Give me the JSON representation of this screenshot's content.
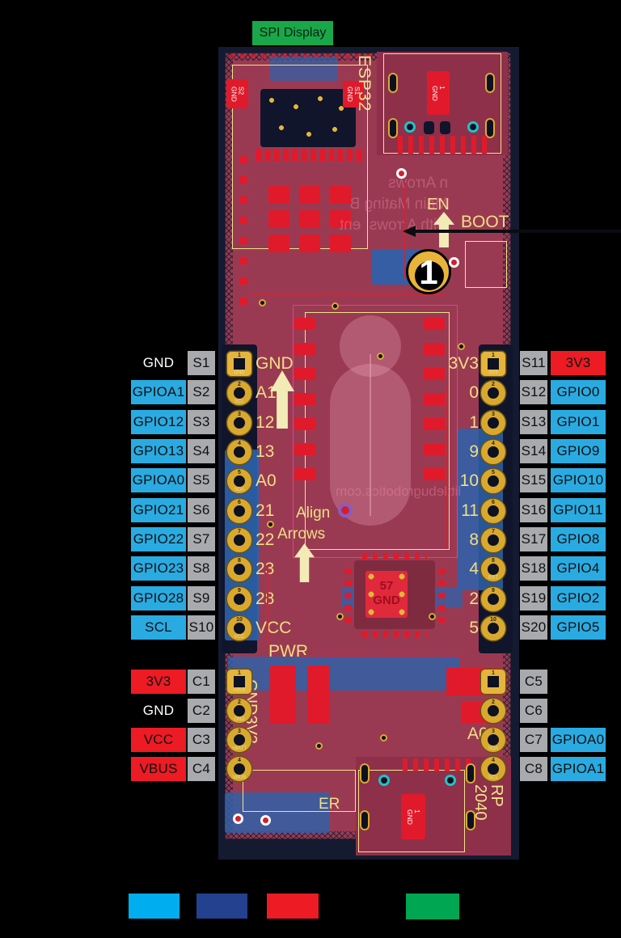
{
  "header": {
    "spi_display_label": "SPI Display"
  },
  "side_pins": {
    "left": [
      {
        "id": "S1",
        "name": "GND",
        "type": "ground"
      },
      {
        "id": "S2",
        "name": "GPIOA1",
        "type": "gpio"
      },
      {
        "id": "S3",
        "name": "GPIO12",
        "type": "gpio"
      },
      {
        "id": "S4",
        "name": "GPIO13",
        "type": "gpio"
      },
      {
        "id": "S5",
        "name": "GPIOA0",
        "type": "gpio"
      },
      {
        "id": "S6",
        "name": "GPIO21",
        "type": "gpio"
      },
      {
        "id": "S7",
        "name": "GPIO22",
        "type": "gpio"
      },
      {
        "id": "S8",
        "name": "GPIO23",
        "type": "gpio"
      },
      {
        "id": "S9",
        "name": "GPIO28",
        "type": "gpio"
      },
      {
        "id": "S10",
        "name": "SCL",
        "type": "gpio"
      }
    ],
    "right": [
      {
        "id": "S11",
        "name": "3V3",
        "type": "power"
      },
      {
        "id": "S12",
        "name": "GPIO0",
        "type": "gpio"
      },
      {
        "id": "S13",
        "name": "GPIO1",
        "type": "gpio"
      },
      {
        "id": "S14",
        "name": "GPIO9",
        "type": "gpio"
      },
      {
        "id": "S15",
        "name": "GPIO10",
        "type": "gpio"
      },
      {
        "id": "S16",
        "name": "GPIO11",
        "type": "gpio"
      },
      {
        "id": "S17",
        "name": "GPIO8",
        "type": "gpio"
      },
      {
        "id": "S18",
        "name": "GPIO4",
        "type": "gpio"
      },
      {
        "id": "S19",
        "name": "GPIO2",
        "type": "gpio"
      },
      {
        "id": "S20",
        "name": "GPIO5",
        "type": "gpio"
      }
    ],
    "bottom_left": [
      {
        "id": "C1",
        "name": "3V3",
        "type": "power"
      },
      {
        "id": "C2",
        "name": "GND",
        "type": "ground"
      },
      {
        "id": "C3",
        "name": "VCC",
        "type": "power"
      },
      {
        "id": "C4",
        "name": "VBUS",
        "type": "power"
      }
    ],
    "bottom_right": [
      {
        "id": "C5",
        "name": "",
        "type": "none"
      },
      {
        "id": "C6",
        "name": "",
        "type": "none"
      },
      {
        "id": "C7",
        "name": "GPIOA0",
        "type": "gpio"
      },
      {
        "id": "C8",
        "name": "GPIOA1",
        "type": "gpio"
      }
    ]
  },
  "board": {
    "silkscreen": {
      "esp32": "ESP32",
      "rp2040": "RP\n2040",
      "en": "EN",
      "boot": "BOOT",
      "marker": "1",
      "align_1": "Align",
      "align_2": "Arrows",
      "pwr": "PWR",
      "er": "ER",
      "a0": "A0",
      "gnd3v3": "GND3V3",
      "left_pin_names": [
        "GND",
        "A1",
        "12",
        "13",
        "A0",
        "21",
        "22",
        "23",
        "28",
        "VCC"
      ],
      "right_pin_names": [
        "3V3",
        "0",
        "1",
        "9",
        "10",
        "11",
        "8",
        "4",
        "2",
        "5"
      ],
      "mirrored_top": [
        "n Arrows",
        "Main Mating B",
        "with Arrows  ent"
      ],
      "mirrored_url": "littlebugrobotics.com"
    },
    "pad_labels": {
      "top_left_outer": "S2\nGND",
      "top_left_inner": "S1\nGND",
      "top_right": "1\nGND",
      "bottom": "1\nGND",
      "qfn": "57\nGND"
    },
    "pin_holes": {
      "left": {
        "numbers": [
          "1",
          "2",
          "3",
          "4",
          "5",
          "6",
          "7",
          "8",
          "9",
          "10"
        ],
        "sublabels": [
          "GND",
          "SCL",
          "",
          "",
          "SDA",
          "",
          "",
          "",
          "",
          "VCC"
        ]
      },
      "right": {
        "numbers": [
          "1",
          "2",
          "3",
          "4",
          "5",
          "6",
          "7",
          "8",
          "9",
          "10"
        ],
        "sublabels": [
          "3V3",
          "",
          "",
          "",
          "",
          "",
          "",
          "RST",
          "",
          ""
        ]
      },
      "bottom_left": {
        "numbers": [
          "1",
          "2",
          "3",
          "4"
        ],
        "sublabels": [
          "+3V3",
          "GND",
          "+BATT",
          "VBUS"
        ]
      },
      "bottom_right": {
        "numbers": [
          "1",
          "2",
          "3",
          "4"
        ],
        "sublabels": [
          "",
          "",
          "SDA",
          "SCL"
        ]
      }
    }
  },
  "legend": {
    "swatches": [
      {
        "color": "#00AEEF"
      },
      {
        "color": "#24418F"
      },
      {
        "color": "#EC1B24"
      },
      {
        "color": "#00A651"
      }
    ]
  },
  "colors": {
    "board": "#9A3A52",
    "silkscreen": "#EFDF85",
    "pad_red": "#E01A2B",
    "label_blue": "#29ABE2",
    "label_gray": "#A8AAAD",
    "label_red": "#EC1B24",
    "label_green": "#1AA74A",
    "legend_dark_blue": "#24418F"
  }
}
